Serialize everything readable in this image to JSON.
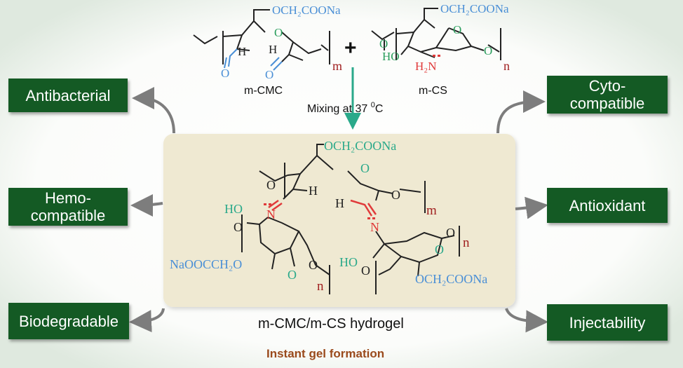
{
  "reactants": {
    "cmc_label": "m-CMC",
    "cs_label": "m-CS",
    "cmc_side_group": "OCH₂COONa",
    "cs_side_group": "OCH₂COONa",
    "cs_hydroxyl": "HO",
    "cs_amine": "H₂N",
    "ring_oxygen": "O",
    "aldehyde_h": "H",
    "repeat_m": "m",
    "repeat_n": "n",
    "plus_sign": "+"
  },
  "condition": {
    "base": "Mixing at 37 ",
    "sup": "0",
    "unit": "C"
  },
  "hydrogel": {
    "label": "m-CMC/m-CS  hydrogel",
    "top_group": "OCH₂COONa",
    "right_group": "OCH₂COONa",
    "left_group": "NaOOCCH₂O",
    "imine_n": "N",
    "hydroxyl": "HO",
    "ring_oxygen": "O",
    "aldehyde_h": "H",
    "repeat_m": "m",
    "repeat_n": "n"
  },
  "properties": {
    "antibacterial": "Antibacterial",
    "hemo_line1": "Hemo-",
    "hemo_line2": "compatible",
    "biodegradable": "Biodegradable",
    "cyto_line1": "Cyto-",
    "cyto_line2": "compatible",
    "antioxidant": "Antioxidant",
    "injectability": "Injectability"
  },
  "footer": "Instant gel formation",
  "colors": {
    "box_green": "#145a24",
    "teal": "#2aa98a",
    "blue": "#4a8fd6",
    "red": "#e03a3a",
    "footer_brown": "#9a4a1c",
    "panel": "#efe9d2"
  }
}
